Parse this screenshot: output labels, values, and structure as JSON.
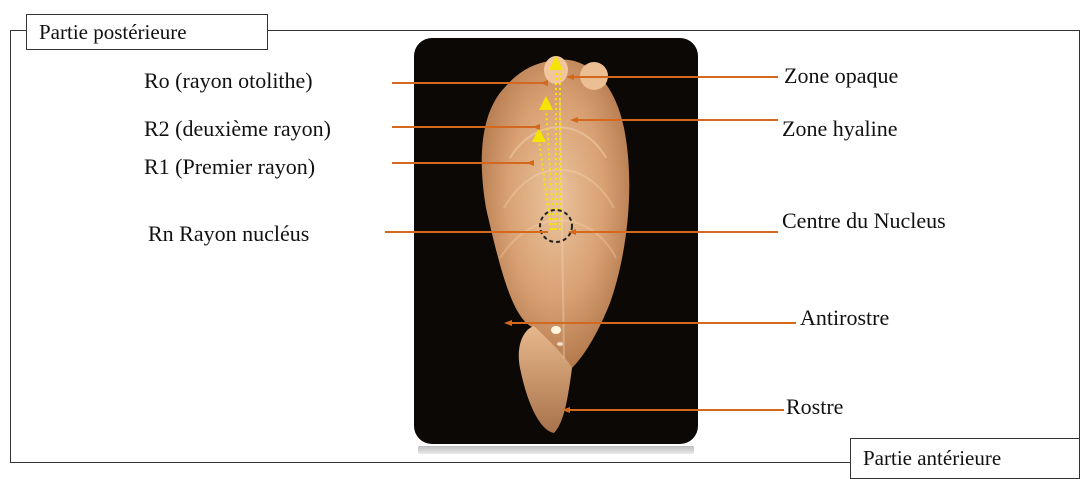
{
  "boxes": {
    "posterior": "Partie postérieure",
    "anterior": "Partie antérieure"
  },
  "left_labels": {
    "ro": "Ro (rayon otolithe)",
    "r2": "R2 (deuxième rayon)",
    "r1": "R1 (Premier rayon)",
    "rn": "Rn Rayon nucléus"
  },
  "right_labels": {
    "opaque": "Zone opaque",
    "hyaline": "Zone hyaline",
    "nucleus": "Centre du Nucleus",
    "antirostre": "Antirostre",
    "rostre": "Rostre"
  },
  "colors": {
    "leader": "#d4691e",
    "ray": "#f5e400",
    "background_photo": "#0b0806",
    "otolith": "#e9b58a"
  }
}
